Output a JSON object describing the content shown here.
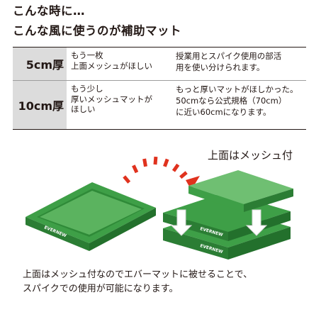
{
  "heading": {
    "line1": "こんな時に…",
    "line2": "こんな風に使うのが補助マット"
  },
  "table": {
    "rows": [
      {
        "size": "5cm厚",
        "need": [
          "もう一枚",
          "上面メッシュがほしい"
        ],
        "desc": [
          "授業用とスパイク使用の部活",
          "用を使い分けられます。"
        ]
      },
      {
        "size": "10cm厚",
        "need": [
          "もう少し",
          "厚いメッシュマットが",
          "ほしい"
        ],
        "desc": [
          "もっと厚いマットがほしかった。",
          "50cmなら公式規格（70cm）",
          "に近い60cmになります。"
        ]
      }
    ]
  },
  "illustration": {
    "mesh_label": "上面はメッシュ付",
    "brand_text": "EVERNEW",
    "colors": {
      "mat_green": "#3e9f47",
      "mat_side": "#2b7d34",
      "mesh_top": "#6fbf72",
      "arrow_red": "#e0321e"
    }
  },
  "caption": {
    "line1": "上面はメッシュ付なのでエバーマットに被せることで、",
    "line2": "スパイクでの使用が可能になります。"
  }
}
